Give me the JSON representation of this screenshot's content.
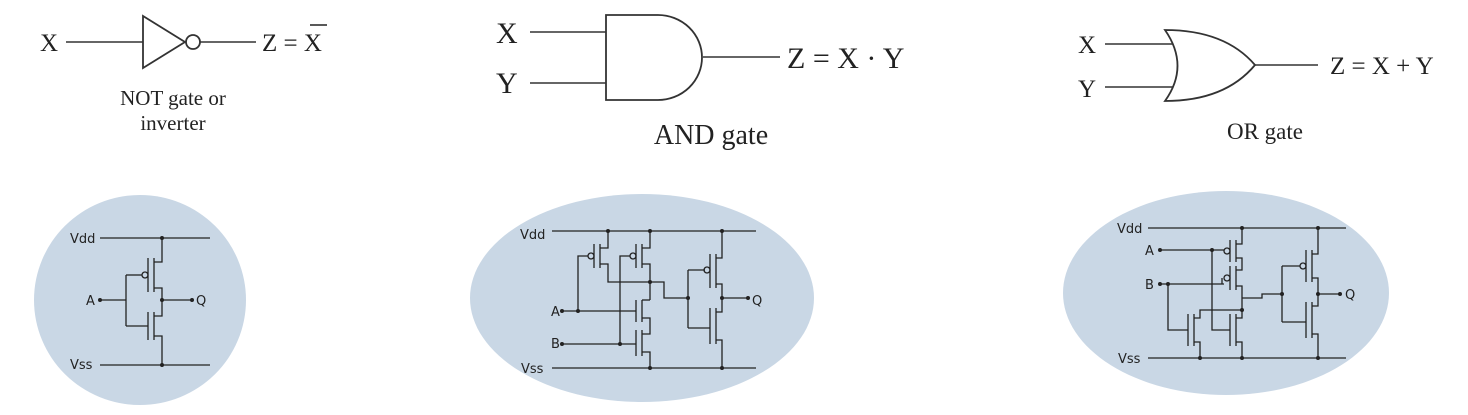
{
  "not_gate": {
    "input": "X",
    "output": "Z = X",
    "caption_line1": "NOT gate or",
    "caption_line2": "inverter"
  },
  "and_gate": {
    "input_a": "X",
    "input_b": "Y",
    "output": "Z = X · Y",
    "caption": "AND gate"
  },
  "or_gate": {
    "input_a": "X",
    "input_b": "Y",
    "output": "Z = X + Y",
    "caption": "OR gate"
  },
  "inverter_circuit": {
    "supply": "Vdd",
    "ground": "Vss",
    "input": "A",
    "output": "Q"
  },
  "and_circuit": {
    "supply": "Vdd",
    "ground": "Vss",
    "input_a": "A",
    "input_b": "B",
    "output": "Q"
  },
  "or_circuit": {
    "supply": "Vdd",
    "ground": "Vss",
    "input_a": "A",
    "input_b": "B",
    "output": "Q"
  },
  "colors": {
    "ellipse_fill": "#c9d7e5",
    "line": "#333333"
  }
}
